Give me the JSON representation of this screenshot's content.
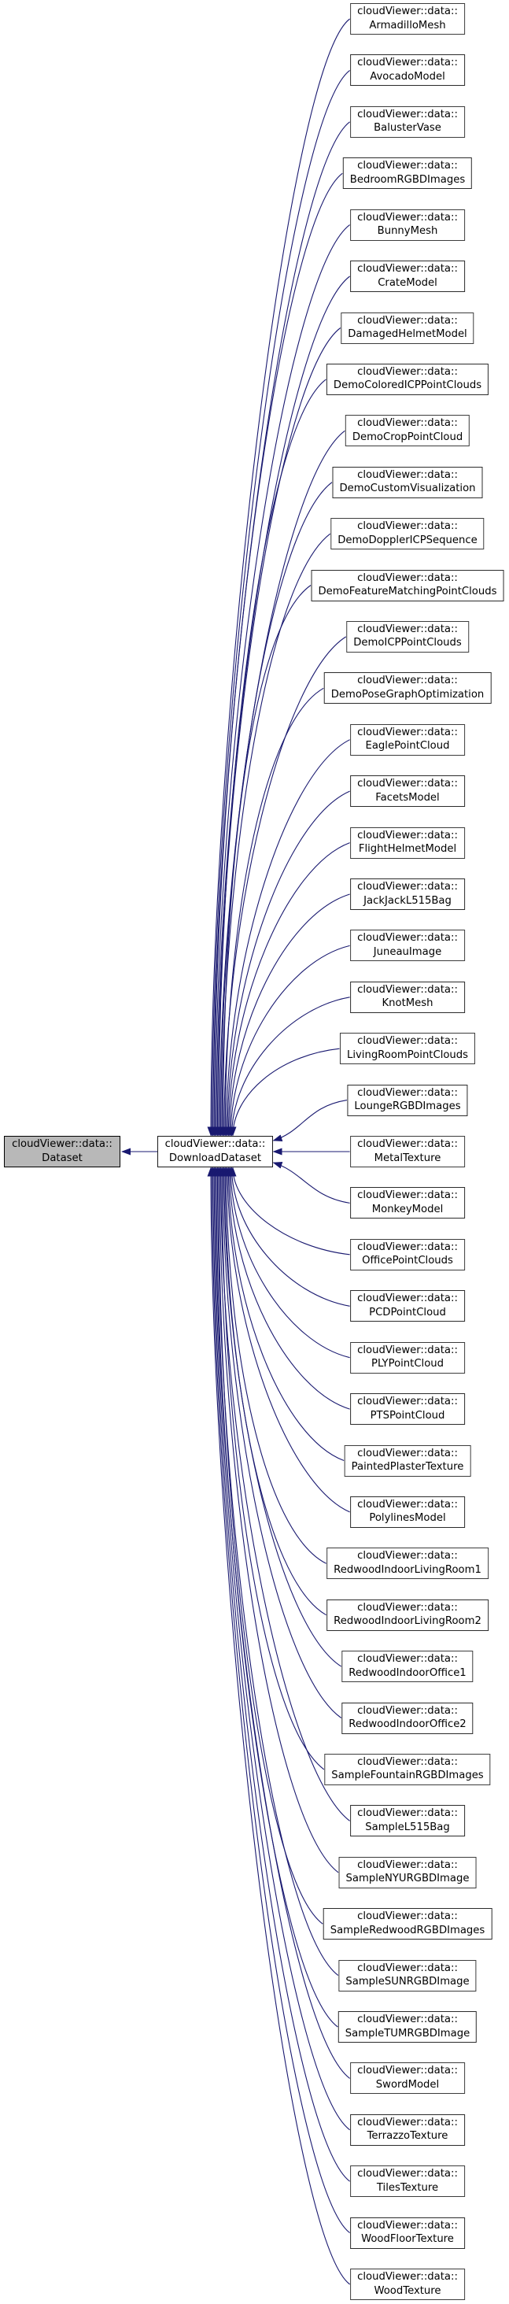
{
  "diagram": {
    "type": "class-inheritance-graph",
    "namespace_prefix": "cloudViewer::data::",
    "base_class": {
      "namespace": "cloudViewer::data::",
      "name": "Dataset"
    },
    "hub_class": {
      "namespace": "cloudViewer::data::",
      "name": "DownloadDataset"
    },
    "derived_classes": [
      "ArmadilloMesh",
      "AvocadoModel",
      "BalusterVase",
      "BedroomRGBDImages",
      "BunnyMesh",
      "CrateModel",
      "DamagedHelmetModel",
      "DemoColoredICPPointClouds",
      "DemoCropPointCloud",
      "DemoCustomVisualization",
      "DemoDopplerICPSequence",
      "DemoFeatureMatchingPointClouds",
      "DemoICPPointClouds",
      "DemoPoseGraphOptimization",
      "EaglePointCloud",
      "FacetsModel",
      "FlightHelmetModel",
      "JackJackL515Bag",
      "JuneauImage",
      "KnotMesh",
      "LivingRoomPointClouds",
      "LoungeRGBDImages",
      "MetalTexture",
      "MonkeyModel",
      "OfficePointClouds",
      "PCDPointCloud",
      "PLYPointCloud",
      "PTSPointCloud",
      "PaintedPlasterTexture",
      "PolylinesModel",
      "RedwoodIndoorLivingRoom1",
      "RedwoodIndoorLivingRoom2",
      "RedwoodIndoorOffice1",
      "RedwoodIndoorOffice2",
      "SampleFountainRGBDImages",
      "SampleL515Bag",
      "SampleNYURGBDImage",
      "SampleRedwoodRGBDImages",
      "SampleSUNRGBDImage",
      "SampleTUMRGBDImage",
      "SwordModel",
      "TerrazzoTexture",
      "TilesTexture",
      "WoodFloorTexture",
      "WoodTexture"
    ],
    "colors": {
      "edge": "#191970",
      "base_fill": "#b8b8b8",
      "node_fill": "#ffffff",
      "border": "#1a1a1a",
      "background": "#ffffff"
    }
  }
}
